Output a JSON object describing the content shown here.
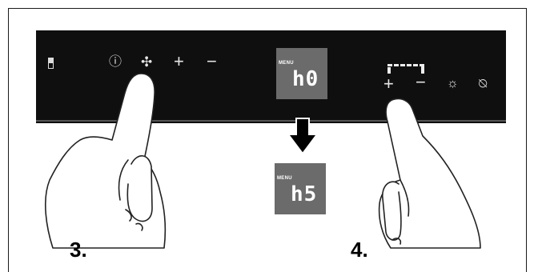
{
  "panel": {
    "controls": [
      {
        "id": "power",
        "glyph": "ⓘ"
      },
      {
        "id": "fan",
        "glyph": "✣"
      },
      {
        "id": "plus",
        "glyph": "+"
      },
      {
        "id": "minus",
        "glyph": "−"
      }
    ],
    "right_controls": [
      {
        "id": "plus",
        "glyph": "+"
      },
      {
        "id": "minus",
        "glyph": "−"
      },
      {
        "id": "light",
        "glyph": "☼"
      },
      {
        "id": "alarm-off",
        "glyph": "⍉"
      }
    ]
  },
  "display_top": {
    "label": "MENU",
    "value": "h0"
  },
  "display_bottom": {
    "label": "MENU",
    "value": "h5"
  },
  "steps": {
    "left": "3.",
    "right": "4."
  }
}
